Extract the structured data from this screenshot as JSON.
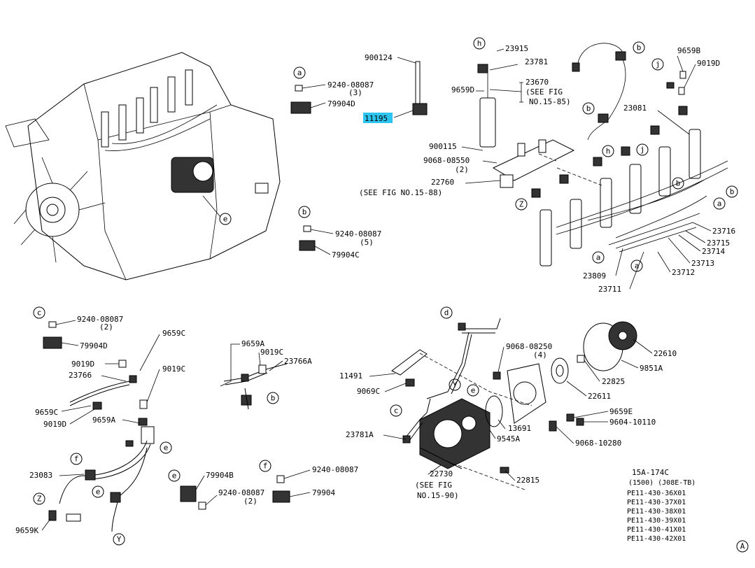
{
  "labels": {
    "p900124": "900124",
    "p9240_a": "9240-08087",
    "q3": "(3)",
    "p79904D_a": "79904D",
    "p11195": "11195",
    "p900115": "900115",
    "p9068_08550": "9068-08550",
    "q2_a": "(2)",
    "p22760": "22760",
    "see8815": "(SEE FIG NO.15-88)",
    "p23915": "23915",
    "p23781": "23781",
    "p9659D": "9659D",
    "p23670": "23670",
    "seefig": "(SEE FIG",
    "no1585": "NO.15-85)",
    "p9659B": "9659B",
    "p9019D_a": "9019D",
    "p23081": "23081",
    "p9240_b": "9240-08087",
    "q5": "(5)",
    "p79904C": "79904C",
    "p23716": "23716",
    "p23715": "23715",
    "p23714": "23714",
    "p23713": "23713",
    "p23712": "23712",
    "p23809": "23809",
    "p23711": "23711",
    "p9240_c": "9240-08087",
    "q2_b": "(2)",
    "p79904D_b": "79904D",
    "p9659C_a": "9659C",
    "p9019D_b": "9019D",
    "p23766": "23766",
    "p9019C_a": "9019C",
    "p9659C_b": "9659C",
    "p9019D_c": "9019D",
    "p9659A_a": "9659A",
    "p9659A_b": "9659A",
    "p9019C_b": "9019C",
    "p23766A": "23766A",
    "p23083": "23083",
    "p79904B": "79904B",
    "p9240_d": "9240-08087",
    "q2_c": "(2)",
    "p9240_e": "9240-08087",
    "p79904": "79904",
    "p9659K": "9659K",
    "p9068_08250": "9068-08250",
    "q4": "(4)",
    "p22610": "22610",
    "p9851A": "9851A",
    "p11491": "11491",
    "p9069C": "9069C",
    "p22825": "22825",
    "p22611": "22611",
    "p9659E": "9659E",
    "p9604_10110": "9604-10110",
    "p23781A": "23781A",
    "p13691": "13691",
    "p9545A": "9545A",
    "p9068_10280": "9068-10280",
    "p22730": "22730",
    "seefig2": "(SEE FIG",
    "no1590": "NO.15-90)",
    "p22815": "22815"
  },
  "callouts": {
    "a": "a",
    "b": "b",
    "c": "c",
    "d": "d",
    "e": "e",
    "f": "f",
    "h": "h",
    "j": "j",
    "y": "Y",
    "z": "Z",
    "corner": "A"
  },
  "info": {
    "figure": "15A-174C",
    "model": "(1500) (J08E-TB)",
    "serials": [
      "PE11-430-36X01",
      "PE11-430-37X01",
      "PE11-430-38X01",
      "PE11-430-39X01",
      "PE11-430-41X01",
      "PE11-430-42X01"
    ]
  },
  "colors": {
    "highlight": "#2ec4f0",
    "ink": "#000000"
  }
}
